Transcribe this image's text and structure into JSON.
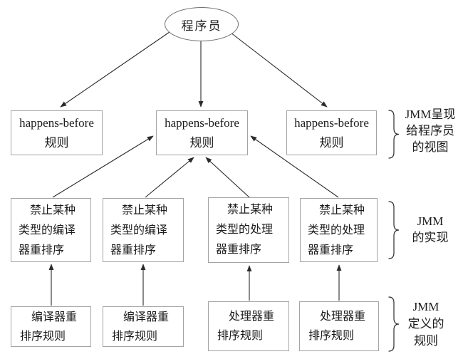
{
  "colors": {
    "background": "#ffffff",
    "box_border": "#a3a3a3",
    "ellipse_border": "#6f6f6f",
    "line": "#2b2b2b",
    "text": "#1c1c1c"
  },
  "diagram": {
    "programmer": "程序员",
    "hb_boxes": [
      {
        "line1": "happens-before",
        "line2": "规则"
      },
      {
        "line1": "happens-before",
        "line2": "规则"
      },
      {
        "line1": "happens-before",
        "line2": "规则"
      }
    ],
    "impl_boxes": [
      {
        "lines": [
          "禁止某种",
          "类型的编译",
          "器重排序"
        ]
      },
      {
        "lines": [
          "禁止某种",
          "类型的编译",
          "器重排序"
        ]
      },
      {
        "lines": [
          "禁止某种",
          "类型的处理",
          "器重排序"
        ]
      },
      {
        "lines": [
          "禁止某种",
          "类型的处理",
          "器重排序"
        ]
      }
    ],
    "rule_boxes": [
      {
        "lines": [
          "编译器重",
          "排序规则"
        ]
      },
      {
        "lines": [
          "编译器重",
          "排序规则"
        ]
      },
      {
        "lines": [
          "处理器重",
          "排序规则"
        ]
      },
      {
        "lines": [
          "处理器重",
          "排序规则"
        ]
      }
    ],
    "side_labels": [
      {
        "lines": [
          "JMM呈现",
          "给程序员",
          "的视图"
        ]
      },
      {
        "lines": [
          "JMM",
          "的实现"
        ]
      },
      {
        "lines": [
          "JMM",
          "定义的",
          "规则"
        ]
      }
    ]
  }
}
